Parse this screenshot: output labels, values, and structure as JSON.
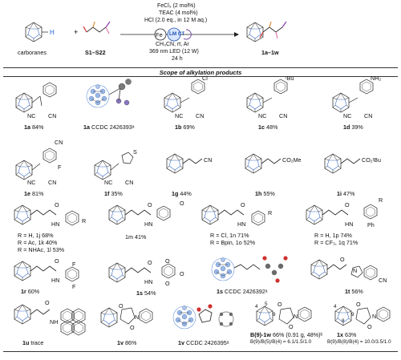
{
  "header": {
    "reagent_1": "carboranes",
    "reagent_2": "S1–S22",
    "product_range": "1a–1w",
    "conditions": [
      "FeCl₃ (2 mol%)",
      "TEAC (4 mol%)",
      "HCl (2.0 eq., in 12 M aq.)",
      "CH₃CN, rt, Ar",
      "369 nm LED (12 W)",
      "24 h"
    ],
    "fe_symbol": "Fe",
    "lmct_label": "LM CT",
    "h_atom": "H",
    "section_title": "Scope of alkylation products"
  },
  "row1": [
    {
      "id": "1a",
      "yield": "84%",
      "groups": [
        "NC",
        "CN"
      ]
    },
    {
      "id": "1a",
      "yield": "CCDC 2426393ᵃ",
      "groups": []
    },
    {
      "id": "1b",
      "yield": "69%",
      "groups": [
        "NC",
        "CN",
        "Cl"
      ]
    },
    {
      "id": "1c",
      "yield": "48%",
      "groups": [
        "NC",
        "CN",
        "ᵗBu"
      ]
    },
    {
      "id": "1d",
      "yield": "39%",
      "groups": [
        "NC",
        "CN",
        "NH₂"
      ]
    }
  ],
  "row2": [
    {
      "id": "1e",
      "yield": "81%",
      "groups": [
        "NC",
        "CN",
        "F",
        "CN"
      ]
    },
    {
      "id": "1f",
      "yield": "35%",
      "groups": [
        "NC",
        "CN",
        "S"
      ]
    },
    {
      "id": "1g",
      "yield": "44%",
      "groups": [
        "CN"
      ]
    },
    {
      "id": "1h",
      "yield": "55%",
      "groups": [
        "CO₂Me"
      ]
    },
    {
      "id": "1i",
      "yield": "47%",
      "groups": [
        "CO₂ᵗBu"
      ]
    }
  ],
  "row3": [
    {
      "lines": [
        "R = H, 1j  68%",
        "R = Ac, 1k  40%",
        "R = NHAc, 1l  53%"
      ],
      "groups": [
        "O",
        "N",
        "H",
        "R"
      ]
    },
    {
      "lines": [
        "1m  41%"
      ],
      "groups": [
        "O",
        "N",
        "H",
        "O",
        "O"
      ]
    },
    {
      "lines": [
        "R = Cl, 1n  71%",
        "R = Bpin, 1o  52%"
      ],
      "groups": [
        "O",
        "N",
        "H",
        "R"
      ]
    },
    {
      "lines": [
        "R = H, 1p  74%",
        "R = CF₃, 1q  71%"
      ],
      "groups": [
        "O",
        "N",
        "H",
        "R",
        "Ph"
      ]
    }
  ],
  "row4": [
    {
      "id": "1r",
      "yield": "60%",
      "groups": [
        "O",
        "N",
        "H",
        "F",
        "F"
      ]
    },
    {
      "id": "1s",
      "yield": "54%",
      "groups": [
        "O",
        "N",
        "H",
        "O",
        "O",
        "O"
      ]
    },
    {
      "id": "1s",
      "yield": "CCDC 2426392ᵃ",
      "groups": []
    },
    {
      "id": "1t",
      "yield": "56%",
      "groups": [
        "O",
        "N",
        "CN"
      ]
    }
  ],
  "row5": [
    {
      "id": "1u",
      "yield": "trace",
      "groups": [
        "O",
        "N",
        "H"
      ]
    },
    {
      "id": "1v",
      "yield": "86%",
      "groups": [
        "O",
        "O",
        "N"
      ]
    },
    {
      "id": "1v",
      "yield": "CCDC 2426395ᵃ",
      "groups": []
    },
    {
      "id": "B(9)-1w",
      "yield": "66% (0.91 g, 48%)ᵇ",
      "ratio": "B(9)/B(5)/B(4) = 6.1/1.5/1.0",
      "groups": [
        "O",
        "O",
        "N",
        "4",
        "5",
        "9"
      ]
    },
    {
      "id": "1x",
      "yield": "63%",
      "ratio": "B(9)/B(8)/B(4) = 10.0/3.5/1.0",
      "groups": [
        "O",
        "O",
        "N",
        "4",
        "8",
        "9"
      ]
    }
  ]
}
